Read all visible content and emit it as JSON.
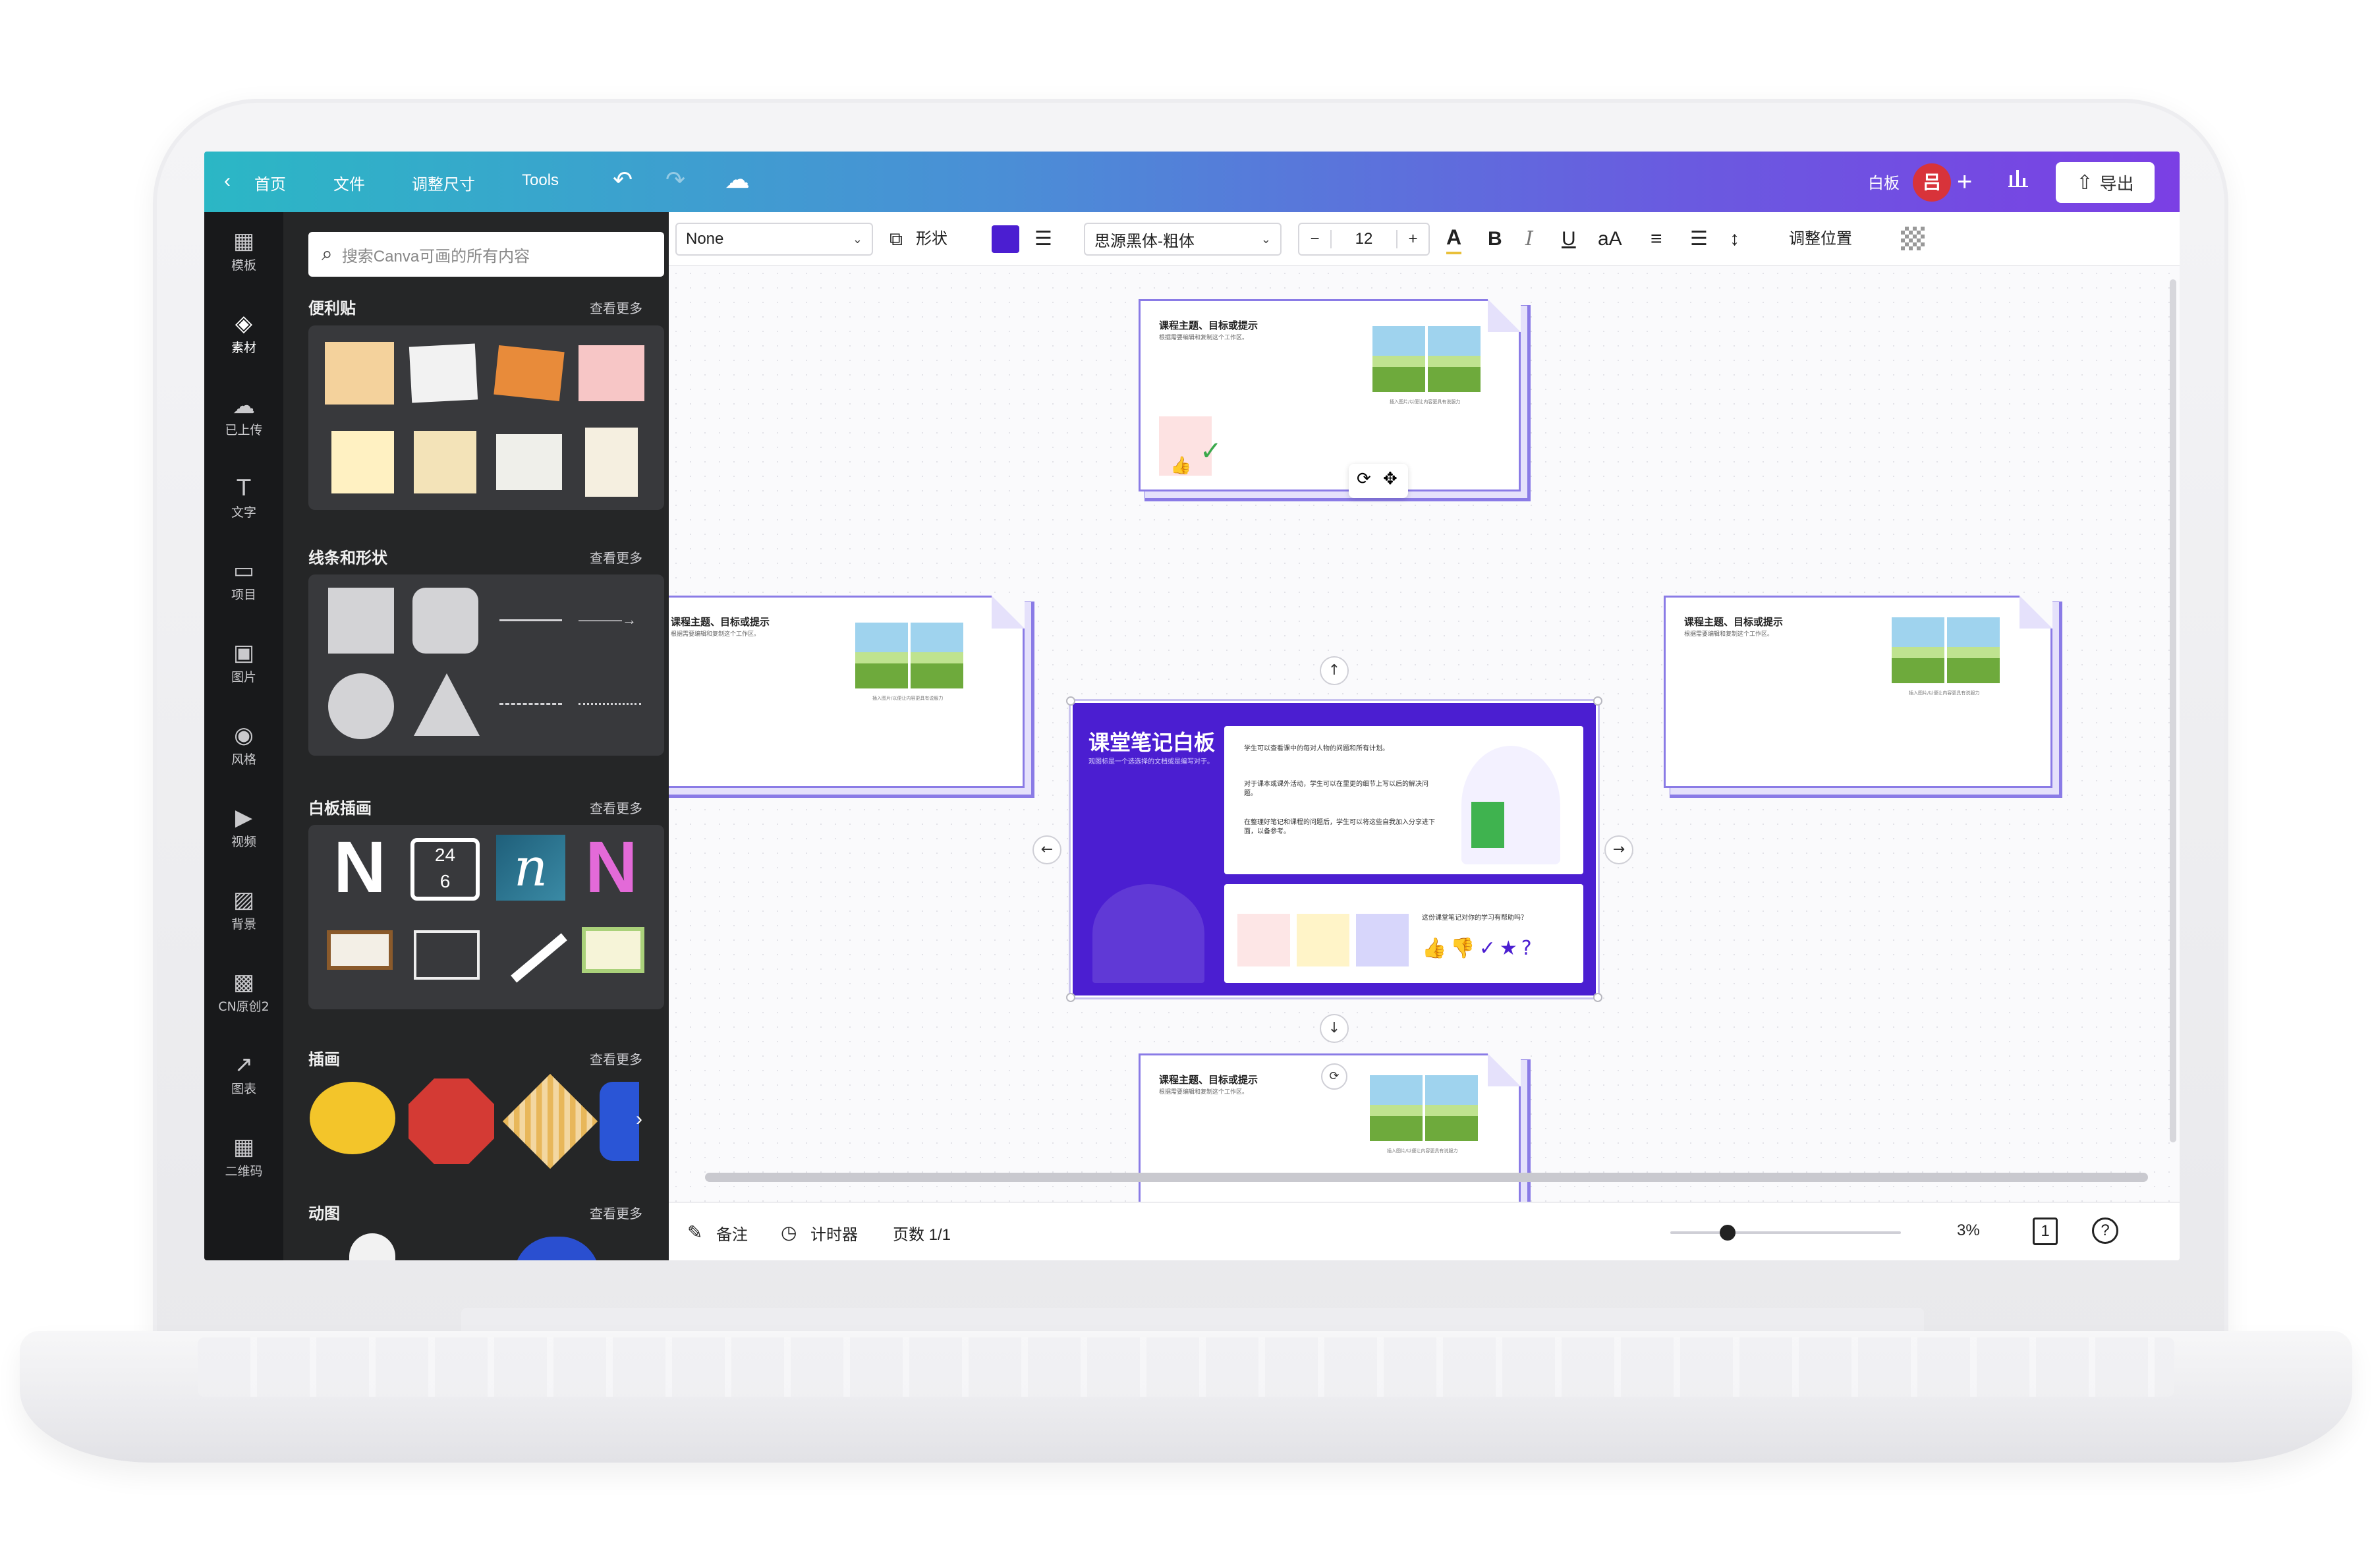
{
  "topbar": {
    "home": "首页",
    "file": "文件",
    "resize": "调整尺寸",
    "tools": "Tools",
    "board_name": "白板",
    "avatar_letter": "吕",
    "export": "导出",
    "back_icon": "‹",
    "undo_icon": "↶",
    "redo_icon": "↷",
    "cloud_icon": "☁",
    "plus_icon": "+",
    "stats_icon": "📊",
    "export_icon": "⇧"
  },
  "rail": [
    {
      "label": "模板",
      "icon": "▦"
    },
    {
      "label": "素材",
      "icon": "◈"
    },
    {
      "label": "已上传",
      "icon": "☁"
    },
    {
      "label": "文字",
      "icon": "T"
    },
    {
      "label": "项目",
      "icon": "▭"
    },
    {
      "label": "图片",
      "icon": "▣"
    },
    {
      "label": "风格",
      "icon": "◉"
    },
    {
      "label": "视频",
      "icon": "▶"
    },
    {
      "label": "背景",
      "icon": "▨"
    },
    {
      "label": "CN原创2",
      "icon": "▩"
    },
    {
      "label": "图表",
      "icon": "↗"
    },
    {
      "label": "二维码",
      "icon": "▦"
    }
  ],
  "panel": {
    "search_placeholder": "搜索Canva可画的所有内容",
    "sections": [
      {
        "title": "便利贴",
        "more": "查看更多"
      },
      {
        "title": "线条和形状",
        "more": "查看更多"
      },
      {
        "title": "白板插画",
        "more": "查看更多"
      },
      {
        "title": "插画",
        "more": "查看更多"
      },
      {
        "title": "动图",
        "more": "查看更多"
      }
    ],
    "whiteboard_letters": [
      "N",
      "24\n6",
      "n",
      "N"
    ]
  },
  "toolbar": {
    "style_select": "None",
    "shape_label": "形状",
    "accent_color": "#4b1ed1",
    "font_select": "思源黑体-粗体",
    "font_size": "12",
    "minus": "−",
    "plus": "+",
    "bold": "B",
    "italic": "I",
    "underline": "U",
    "case": "aA",
    "position": "调整位置"
  },
  "canvas": {
    "main_card": {
      "title": "课堂笔记白板",
      "subtitle": "观图标是一个选选择的文档或是编写对于。",
      "bullets": [
        "学生可以查看课中的每对人物的问题和所有计划。",
        "对于课本或课外活动，学生可以在里更的细节上写以后的解决问题。",
        "在整理好笔记和课程的问题后，学生可以将这些自我加入分享进下面，以备参考。"
      ],
      "question_text": "这份课堂笔记对你的学习有帮助吗？"
    },
    "sub_cards": [
      {
        "title": "课程主题、目标或提示",
        "sub": "根据需要编辑和复制这个工作区。",
        "caption": "插入图片/以便让内容更具有说服力"
      },
      {
        "title": "课程主题、目标或提示",
        "sub": "根据需要编辑和复制这个工作区。",
        "caption": "插入图片/以便让内容更具有说服力"
      },
      {
        "title": "课程主题、目标或提示",
        "sub": "根据需要编辑和复制这个工作区。",
        "caption": "插入图片/以便让内容更具有说服力"
      },
      {
        "title": "课程主题、目标或提示",
        "sub": "根据需要编辑和复制这个工作区。",
        "caption": "插入图片/以便让内容更具有说服力"
      }
    ],
    "arrows": {
      "up": "↑",
      "down": "↓",
      "left": "←",
      "right": "→"
    }
  },
  "bottombar": {
    "notes": "备注",
    "timer": "计时器",
    "pages": "页数 1/1",
    "zoom": "3%",
    "help": "?",
    "page_count": "1"
  }
}
